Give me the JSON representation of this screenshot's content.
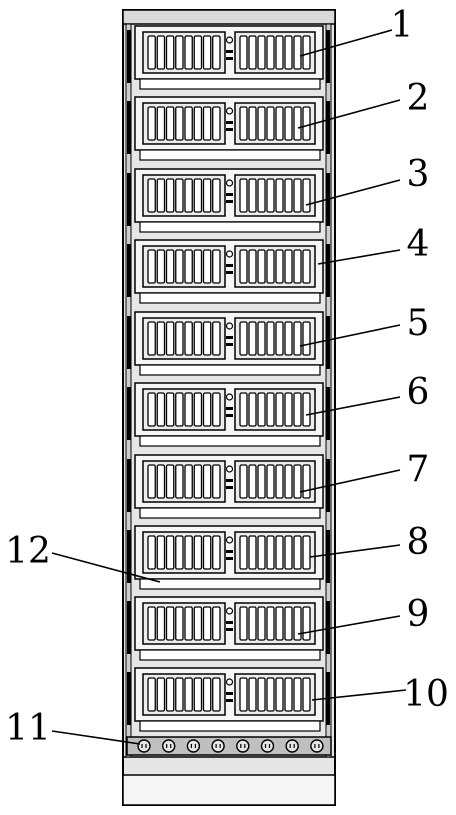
{
  "figure": {
    "callouts": [
      {
        "label": "1"
      },
      {
        "label": "2"
      },
      {
        "label": "3"
      },
      {
        "label": "4"
      },
      {
        "label": "5"
      },
      {
        "label": "6"
      },
      {
        "label": "7"
      },
      {
        "label": "8"
      },
      {
        "label": "9"
      },
      {
        "label": "10"
      },
      {
        "label": "12"
      },
      {
        "label": "11"
      }
    ],
    "colors": {
      "line": "#000000",
      "cabinet_fill": "#e6e6e6",
      "panel_fill": "#f6f6f6",
      "slot_fill": "#ffffff",
      "divider_fill": "#d9d9d9"
    },
    "server_count": 10,
    "slots_per_bay": 8,
    "outlet_count": 8
  }
}
